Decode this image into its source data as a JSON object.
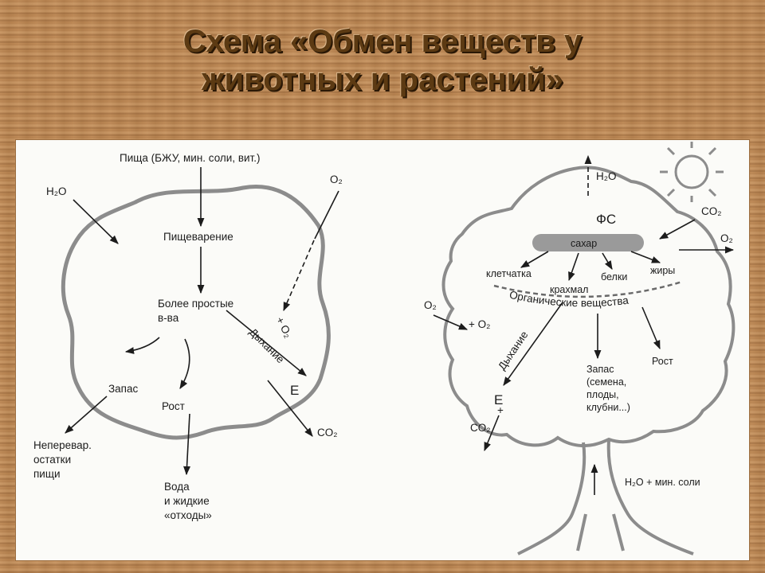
{
  "title": {
    "line1": "Схема «Обмен веществ у",
    "line2": "животных и растений»"
  },
  "animal": {
    "food": "Пища (БЖУ, мин. соли, вит.)",
    "water_in": "H₂O",
    "oxygen_in": "O₂",
    "digestion": "Пищеварение",
    "simpler_1": "Более простые",
    "simpler_2": "в-ва",
    "oxygen_plus": "+ O₂",
    "breathing": "Дыхание",
    "energy": "E",
    "storage": "Запас",
    "growth": "Рост",
    "undigested_1": "Неперевар.",
    "undigested_2": "остатки",
    "undigested_3": "пищи",
    "waste_1": "Вода",
    "waste_2": "и жидкие",
    "waste_3": "«отходы»",
    "co2_out": "CO₂"
  },
  "plant": {
    "water_out": "H₂O",
    "photosynthesis": "ФС",
    "co2_in": "CO₂",
    "o2_out": "O₂",
    "sugar": "сахар",
    "cellulose": "клетчатка",
    "starch": "крахмал",
    "proteins": "белки",
    "fats": "жиры",
    "organic": "Органические вещества",
    "o2_in": "O₂",
    "o2_plus": "+ O₂",
    "breathing": "Дыхание",
    "energy": "E",
    "energy_plus": "+",
    "co2_out": "CO₂",
    "storage_1": "Запас",
    "storage_2": "(семена,",
    "storage_3": "плоды,",
    "storage_4": "клубни...)",
    "growth": "Рост",
    "roots_in": "H₂O + мин. соли"
  },
  "colors": {
    "background": "#c08a55",
    "title": "#5c3a13",
    "outline": "#8c8c8c",
    "sugar_bar": "#9a9a9a"
  }
}
